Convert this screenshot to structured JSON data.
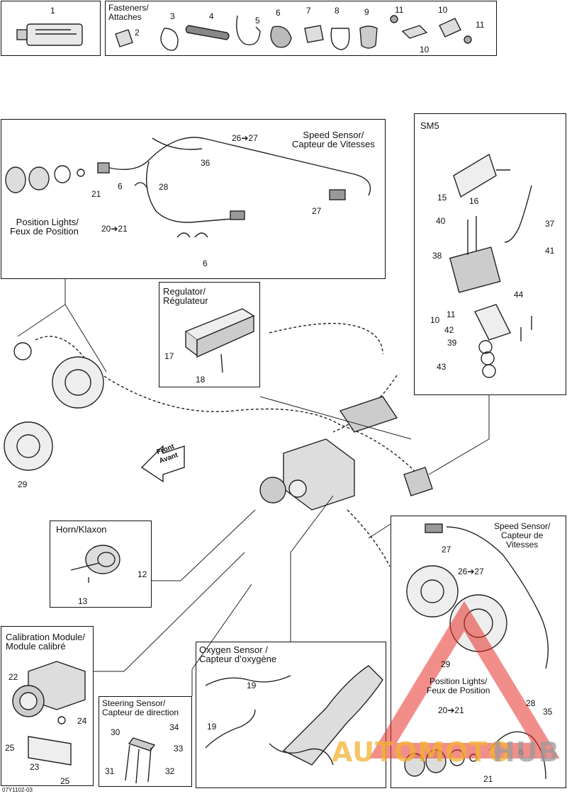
{
  "callouts": {
    "fasteners_title": "Fasteners/\nAttaches",
    "speed_sensor_top": "Speed Sensor/\nCapteur de Vitesses",
    "position_lights_top": "Position Lights/\nFeux de Position",
    "sm5": "SM5",
    "regulator": "Regulator/\nRégulateur",
    "front": "Front\nAvant",
    "horn": "Horn/Klaxon",
    "speed_sensor_right": "Speed Sensor/\nCapteur de\nVitesses",
    "calibration_module": "Calibration Module/\nModule calibré",
    "oxygen_sensor": "Oxygen Sensor /\nCapteur d’oxygène",
    "steering_sensor": "Steering Sensor/\nCapteur de direction",
    "position_lights_right": "Position Lights/\nFeux de Position"
  },
  "numbers": {
    "n1": "1",
    "n2": "2",
    "n3": "3",
    "n4": "4",
    "n5": "5",
    "n6": "6",
    "n7": "7",
    "n8": "8",
    "n9": "9",
    "n10a": "10",
    "n10b": "10",
    "n11a": "11",
    "n11b": "11",
    "s26_27a": "26➔27",
    "s36": "36",
    "s21a": "21",
    "s6a": "6",
    "s28a": "28",
    "s27a": "27",
    "s20_21a": "20➔21",
    "s6b": "6",
    "s15": "15",
    "s16": "16",
    "s37": "37",
    "s40": "40",
    "s41": "41",
    "s38": "38",
    "s44": "44",
    "s10": "10",
    "s11": "11",
    "s42": "42",
    "s39": "39",
    "s43": "43",
    "s17": "17",
    "s18": "18",
    "s29a": "29",
    "s12": "12",
    "s13": "13",
    "s27b": "27",
    "s26_27b": "26➔27",
    "s29b": "29",
    "s28b": "28",
    "s35": "35",
    "s20_21b": "20➔21",
    "s6c": "6",
    "s21b": "21",
    "s22": "22",
    "s24": "24",
    "s25a": "25",
    "s23": "23",
    "s25b": "25",
    "s19a": "19",
    "s19b": "19",
    "s30": "30",
    "s34": "34",
    "s33": "33",
    "s31": "31",
    "s32": "32"
  },
  "footer": "07Y1102-03",
  "watermark": {
    "text_left": "AUTOMOTO",
    "text_right": "HUB",
    "color_red": "#e8322a",
    "color_yellow": "#f2b233"
  }
}
